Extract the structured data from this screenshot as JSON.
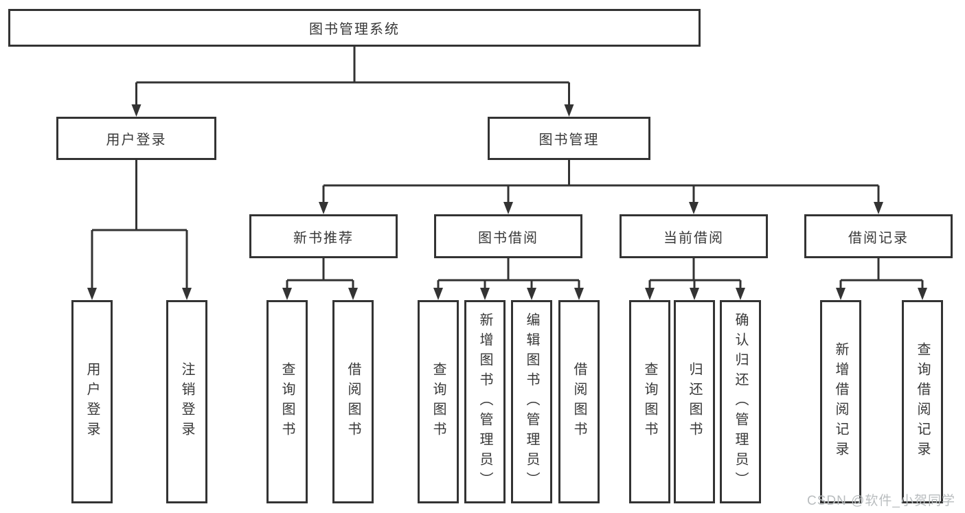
{
  "diagram_title": "图书管理系统",
  "tree": {
    "root": {
      "label": "图书管理系统",
      "children": [
        {
          "label": "用户登录",
          "children": [
            {
              "label": "用户登录"
            },
            {
              "label": "注销登录"
            }
          ]
        },
        {
          "label": "图书管理",
          "children": [
            {
              "label": "新书推荐",
              "children": [
                {
                  "label": "查询图书"
                },
                {
                  "label": "借阅图书"
                }
              ]
            },
            {
              "label": "图书借阅",
              "children": [
                {
                  "label": "查询图书"
                },
                {
                  "label": "新增图书（管理员）"
                },
                {
                  "label": "编辑图书（管理员）"
                },
                {
                  "label": "借阅图书"
                }
              ]
            },
            {
              "label": "当前借阅",
              "children": [
                {
                  "label": "查询图书"
                },
                {
                  "label": "归还图书"
                },
                {
                  "label": "确认归还（管理员）"
                }
              ]
            },
            {
              "label": "借阅记录",
              "children": [
                {
                  "label": "新增借阅记录"
                },
                {
                  "label": "查询借阅记录"
                }
              ]
            }
          ]
        }
      ]
    }
  },
  "watermark": {
    "text": "CSDN @软件_小贺同学",
    "color": "#b9bdbf"
  },
  "colors": {
    "line": "#333333",
    "box_border": "#333333",
    "text": "#383838",
    "background": "#ffffff"
  }
}
